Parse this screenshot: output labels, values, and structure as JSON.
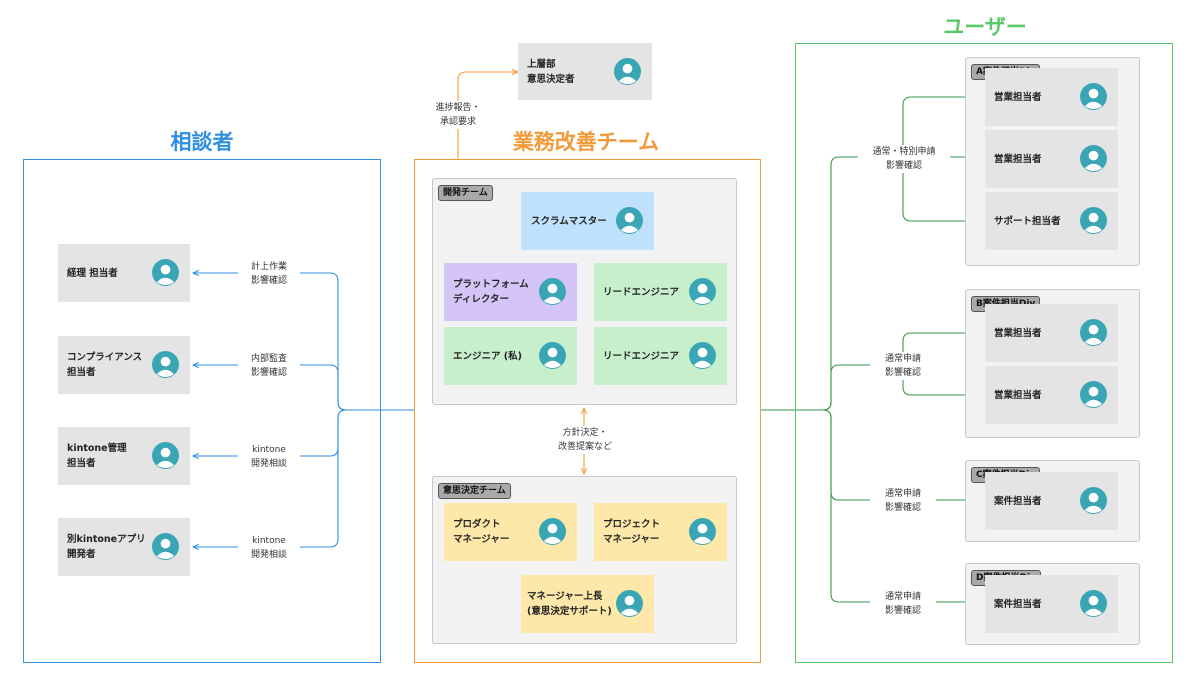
{
  "colors": {
    "blue": "#2f8fe3",
    "orange": "#f29a3a",
    "green": "#5cc86a"
  },
  "top_card": {
    "line1": "上層部",
    "line2": "意思決定者"
  },
  "top_edge": {
    "line1": "進捗報告・",
    "line2": "承認要求"
  },
  "left_section": {
    "title": "相談者",
    "cards": [
      {
        "line1": "経理 担当者",
        "line2": ""
      },
      {
        "line1": "コンプライアンス",
        "line2": "担当者"
      },
      {
        "line1": "kintone管理",
        "line2": "担当者"
      },
      {
        "line1": "別kintoneアプリ",
        "line2": "開発者"
      }
    ],
    "edges": [
      {
        "line1": "計上作業",
        "line2": "影響確認"
      },
      {
        "line1": "内部監査",
        "line2": "影響確認"
      },
      {
        "line1": "kintone",
        "line2": "開発相談"
      },
      {
        "line1": "kintone",
        "line2": "開発相談"
      }
    ]
  },
  "center_section": {
    "title": "業務改善チーム",
    "dev_team": {
      "label": "開発チーム",
      "scrum": "スクラムマスター",
      "platform": {
        "line1": "プラットフォーム",
        "line2": "ディレクター"
      },
      "lead1": "リードエンジニア",
      "engineer": "エンジニア (私)",
      "lead2": "リードエンジニア"
    },
    "middle_edge": {
      "line1": "方針決定・",
      "line2": "改善提案など"
    },
    "decision_team": {
      "label": "意思決定チーム",
      "product": {
        "line1": "プロダクト",
        "line2": "マネージャー"
      },
      "project": {
        "line1": "プロジェクト",
        "line2": "マネージャー"
      },
      "manager": {
        "line1": "マネージャー上長",
        "line2": "(意思決定サポート)"
      }
    }
  },
  "right_section": {
    "title": "ユーザー",
    "divs": [
      {
        "label": "A案件担当Div",
        "members": [
          "営業担当者",
          "営業担当者",
          "サポート担当者"
        ]
      },
      {
        "label": "B案件担当Div",
        "members": [
          "営業担当者",
          "営業担当者"
        ]
      },
      {
        "label": "C案件担当Div",
        "members": [
          "案件担当者"
        ]
      },
      {
        "label": "D案件担当Div",
        "members": [
          "案件担当者"
        ]
      }
    ],
    "edges": [
      {
        "line1": "通常・特別申請",
        "line2": "影響確認"
      },
      {
        "line1": "通常申請",
        "line2": "影響確認"
      },
      {
        "line1": "通常申請",
        "line2": "影響確認"
      },
      {
        "line1": "通常申請",
        "line2": "影響確認"
      }
    ]
  }
}
